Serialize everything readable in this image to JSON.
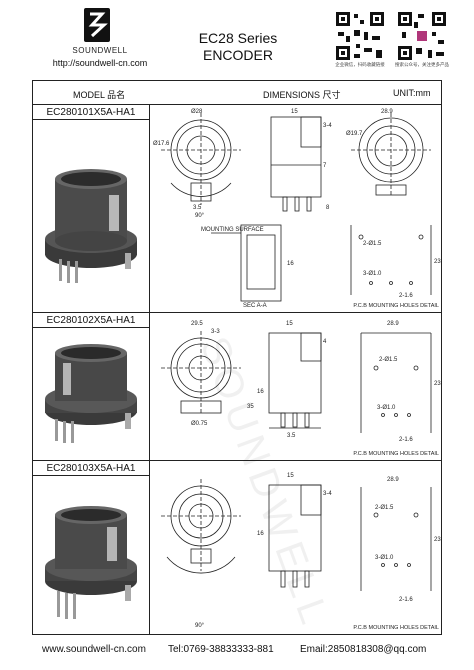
{
  "header": {
    "brand": "SOUNDWELL",
    "url": "http://soundwell-cn.com",
    "title_line1": "EC28 Series",
    "title_line2": "ENCODER",
    "qr_captions": [
      "企业微信，扫码收藏链接",
      "搜索公众号，关注更多产品"
    ]
  },
  "table": {
    "col_model": "MODEL 品名",
    "col_dimensions": "DIMENSIONS 尺寸",
    "col_unit": "UNIT:mm"
  },
  "rows": [
    {
      "model": "EC280101X5A-HA1",
      "pcb_label": "P.C.B MOUNTING HOLES DETAIL",
      "notes": [
        "MOUNTING SURFACE",
        "SEC A-A"
      ]
    },
    {
      "model": "EC280102X5A-HA1",
      "pcb_label": "P.C.B MOUNTING HOLES DETAIL",
      "notes": []
    },
    {
      "model": "EC280103X5A-HA1",
      "pcb_label": "P.C.B MOUNTING HOLES DETAIL",
      "notes": []
    }
  ],
  "dims": {
    "r1": [
      "Ø28",
      "15",
      "3-4",
      "28.9",
      "Ø17.6",
      "Ø19.7",
      "3.5",
      "8",
      "90°",
      "7",
      "2-Ø1.5",
      "3-Ø1.0",
      "2-1.6",
      "23",
      "16"
    ],
    "r2": [
      "29.5",
      "3-3",
      "15",
      "4",
      "16",
      "28.9",
      "2-Ø1.5",
      "3-Ø1.0",
      "2-1.6",
      "23",
      "35",
      "3.5",
      "Ø0.75"
    ],
    "r3": [
      "15",
      "3-4",
      "28.9",
      "2-Ø1.5",
      "3-Ø1.0",
      "2-1.6",
      "23",
      "16",
      "90°"
    ]
  },
  "watermark": "SOUNDWELL",
  "footer": {
    "site": "www.soundwell-cn.com",
    "tel": "Tel:0769-38833333-881",
    "email": "Email:2850818308@qq.com"
  }
}
